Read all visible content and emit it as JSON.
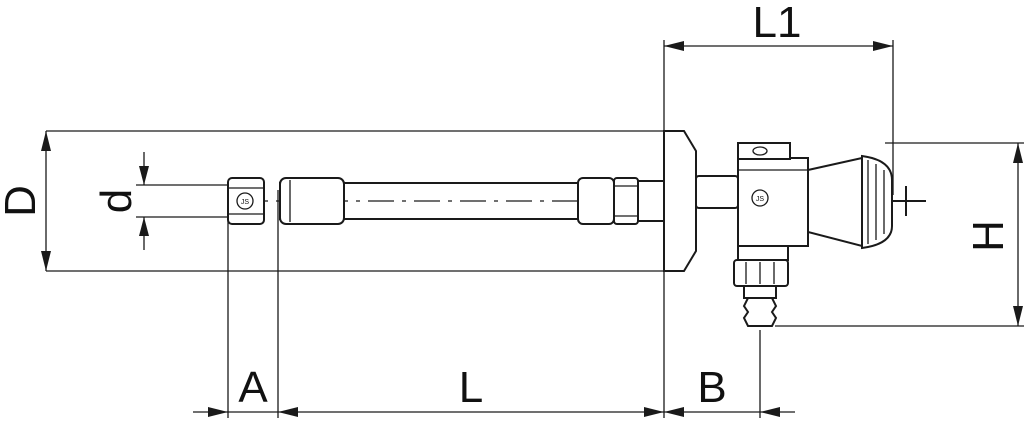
{
  "diagram": {
    "labels": {
      "L1": "L1",
      "D": "D",
      "d": "d",
      "H": "H",
      "A": "A",
      "L": "L",
      "B": "B"
    },
    "stamp": "JS"
  }
}
